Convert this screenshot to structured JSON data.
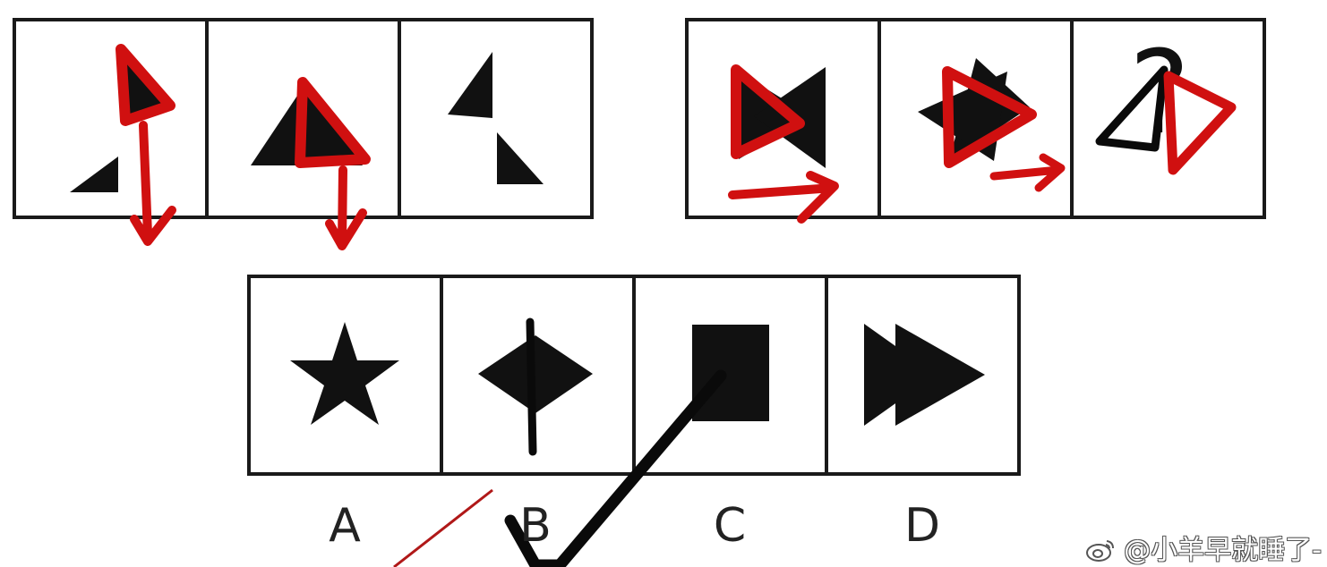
{
  "options": [
    {
      "letter": "A",
      "shape": "star-icon"
    },
    {
      "letter": "B",
      "shape": "diamond-icon"
    },
    {
      "letter": "C",
      "shape": "square-icon"
    },
    {
      "letter": "D",
      "shape": "double-triangle-icon"
    }
  ],
  "watermark": "@小羊早就睡了-",
  "colors": {
    "ink": "#111111",
    "annotation_red": "#d01010",
    "check_black": "#0a0a0a",
    "border": "#1a1a1a"
  }
}
